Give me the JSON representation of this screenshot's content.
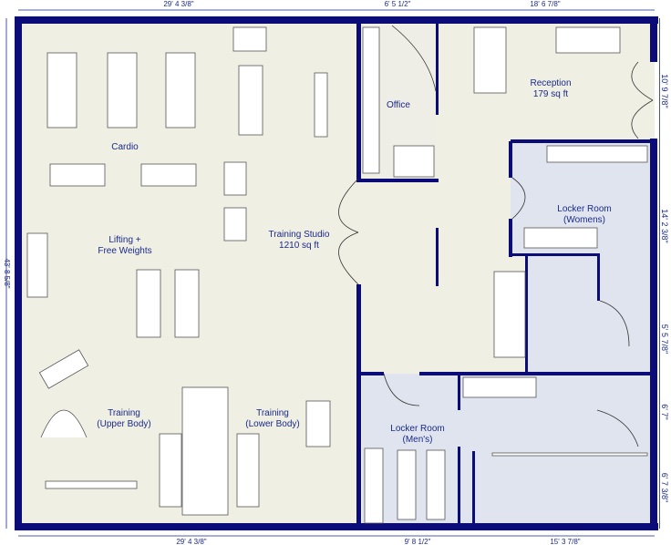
{
  "dimensions": {
    "top": [
      "29' 4 3/8\"",
      "6' 5 1/2\"",
      "18' 6 7/8\""
    ],
    "bottom": [
      "29' 4 3/8\"",
      "9' 8 1/2\"",
      "15' 3 7/8\""
    ],
    "left": "43' 8 5/8\"",
    "right": [
      "10' 9 7/8\"",
      "14' 2 3/8\"",
      "5' 5 7/8\"",
      "6' 7\"",
      "6' 7 3/8\""
    ]
  },
  "rooms": {
    "cardio": {
      "name": "Cardio"
    },
    "lifting": {
      "line1": "Lifting +",
      "line2": "Free Weights"
    },
    "studio": {
      "name": "Training Studio",
      "area": "1210 sq ft"
    },
    "office": {
      "name": "Office"
    },
    "reception": {
      "name": "Reception",
      "area": "179 sq ft"
    },
    "womens": {
      "line1": "Locker Room",
      "line2": "(Womens)"
    },
    "upper": {
      "line1": "Training",
      "line2": "(Upper Body)"
    },
    "lower": {
      "line1": "Training",
      "line2": "(Lower Body)"
    },
    "mens": {
      "line1": "Locker Room",
      "line2": "(Men's)"
    }
  },
  "colors": {
    "wall": "#0c0c78",
    "gym_floor": "#efefe4",
    "locker_floor": "#dfe4ee",
    "label": "#1a2a8a"
  }
}
